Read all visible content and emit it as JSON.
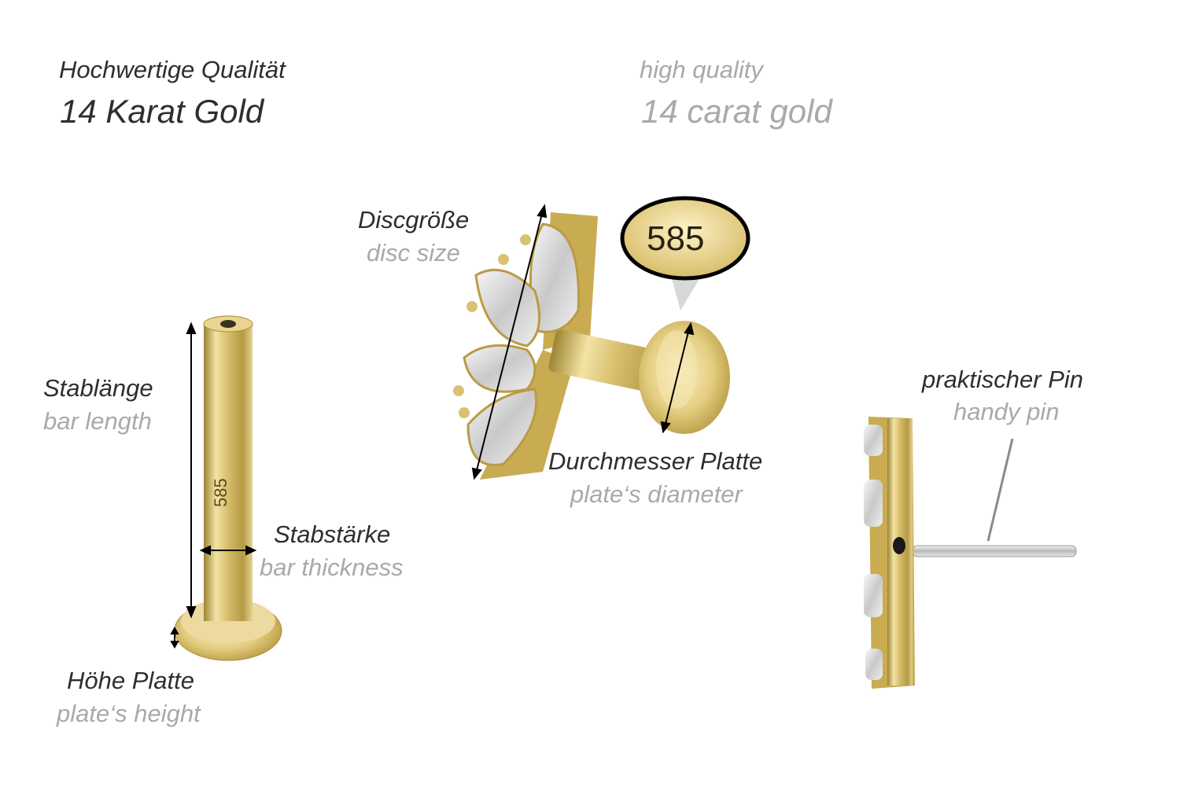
{
  "header": {
    "de_line1": "Hochwertige Qualität",
    "de_line2": "14 Karat Gold",
    "en_line1": "high quality",
    "en_line2": "14 carat gold"
  },
  "labels": {
    "disc_size_de": "Discgröße",
    "disc_size_en": "disc size",
    "bar_length_de": "Stablänge",
    "bar_length_en": "bar length",
    "bar_thickness_de": "Stabstärke",
    "bar_thickness_en": "bar thickness",
    "plate_height_de": "Höhe Platte",
    "plate_height_en": "plate‘s height",
    "plate_diameter_de": "Durchmesser Platte",
    "plate_diameter_en": "plate‘s diameter",
    "pin_de": "praktischer Pin",
    "pin_en": "handy pin"
  },
  "hallmark": {
    "bubble": "585",
    "bar_stamp": "585"
  },
  "colors": {
    "gold": "#d9c173",
    "gold_dark": "#a88a2e",
    "text_dark": "#2e2e2e",
    "text_gray": "#a9a9a9"
  }
}
